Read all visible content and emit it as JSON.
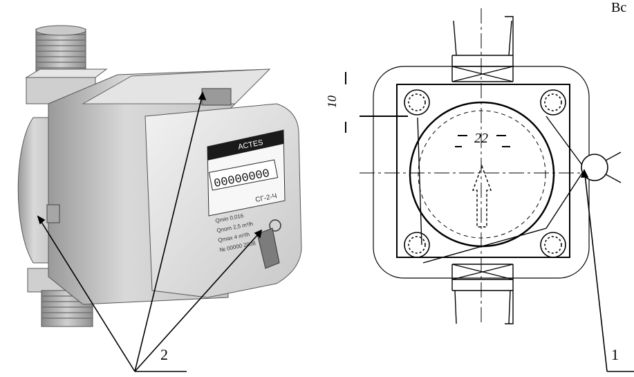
{
  "figure": {
    "corner_fragment": "Вс",
    "callouts": {
      "label_1": "1",
      "label_2": "2"
    },
    "device_display": {
      "brand": "ACTES",
      "counter": "00000000",
      "plate_lines": [
        "Qmin 0,016",
        "Qnom 2,5 m³/h",
        "Qmax 4 m³/h",
        "№ 00000 2008"
      ],
      "model": "СГ-2-Ч"
    },
    "drawing_marks": {
      "dimension_22": "22",
      "dimension_side": "10"
    }
  }
}
